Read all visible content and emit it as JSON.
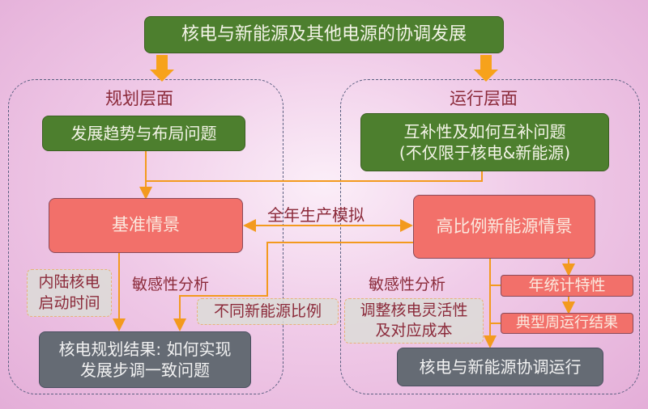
{
  "title": "核电与新能源及其他电源的协调发展",
  "left": {
    "heading": "规划层面",
    "top_box": "发展趋势与布局问题",
    "scenario": "基准情景",
    "note": [
      "内陆核电",
      "启动时间"
    ],
    "sensitivity": "敏感性分析",
    "note2": "不同新能源比例",
    "result": [
      "核电规划结果: 如何实现",
      "发展步调一致问题"
    ]
  },
  "right": {
    "heading": "运行层面",
    "top_box": [
      "互补性及如何互补问题",
      "(不仅限于核电&新能源)"
    ],
    "scenario": "高比例新能源情景",
    "sensitivity": "敏感性分析",
    "note": [
      "调整核电灵活性",
      "及对应成本"
    ],
    "stat": "年统计特性",
    "week": "典型周运行结果",
    "result": "核电与新能源协调运行"
  },
  "link": "全年生产模拟",
  "colors": {
    "green": "#4d7f2e",
    "salmon": "#f2706a",
    "grey": "#656b74",
    "arrow": "#f39a1e",
    "text": "#8b2a3a"
  }
}
